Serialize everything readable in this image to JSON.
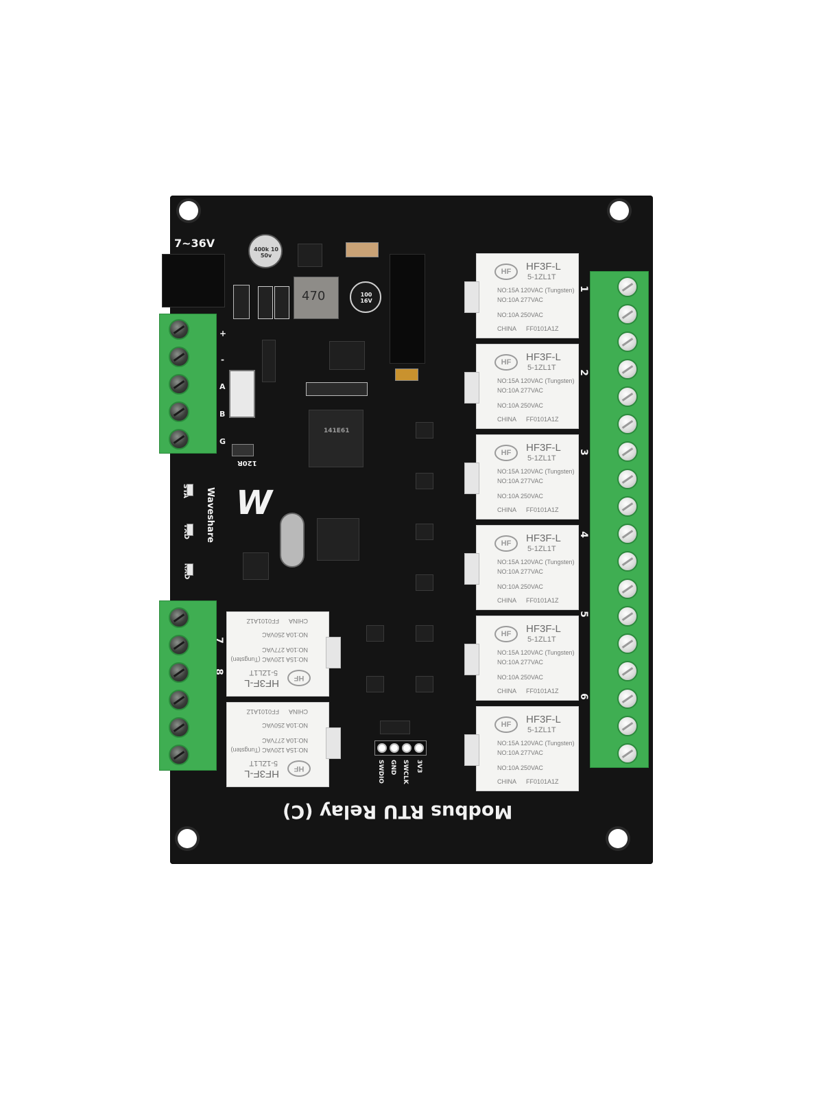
{
  "board": {
    "title": "Modbus RTU Relay (C)",
    "power_label": "7~36V",
    "brand": "Waveshare",
    "brand_mark": "W",
    "rs485_labels": [
      "+",
      "-",
      "A",
      "B",
      "G"
    ],
    "termination_label": "120R",
    "indicator_labels": [
      "STA",
      "TXD",
      "RXD"
    ],
    "debug_labels": [
      "SWDIO",
      "GND",
      "SWCLK",
      "3V3"
    ],
    "channel_numbers": [
      "1",
      "2",
      "3",
      "4",
      "5",
      "6",
      "7",
      "8"
    ],
    "inductor_label": "470",
    "cap_large_label": "400k 10 50v",
    "cap_small_label": "100 16V",
    "regulator_label": "141E61"
  },
  "relay_text": {
    "logo": "HF",
    "model": "HF3F-L",
    "sub": "5-1ZL1T",
    "line1": "NO:15A 120VAC (Tungsten)",
    "line2": "NO:10A 277VAC",
    "line3": "NO:10A 250VAC",
    "line4": "CHINA",
    "line5": "FF0101A1Z"
  },
  "colors": {
    "pcb": "#141414",
    "terminal_green": "#3fae52",
    "relay_body": "#f4f4f2",
    "silkscreen": "#f2f2f2"
  }
}
